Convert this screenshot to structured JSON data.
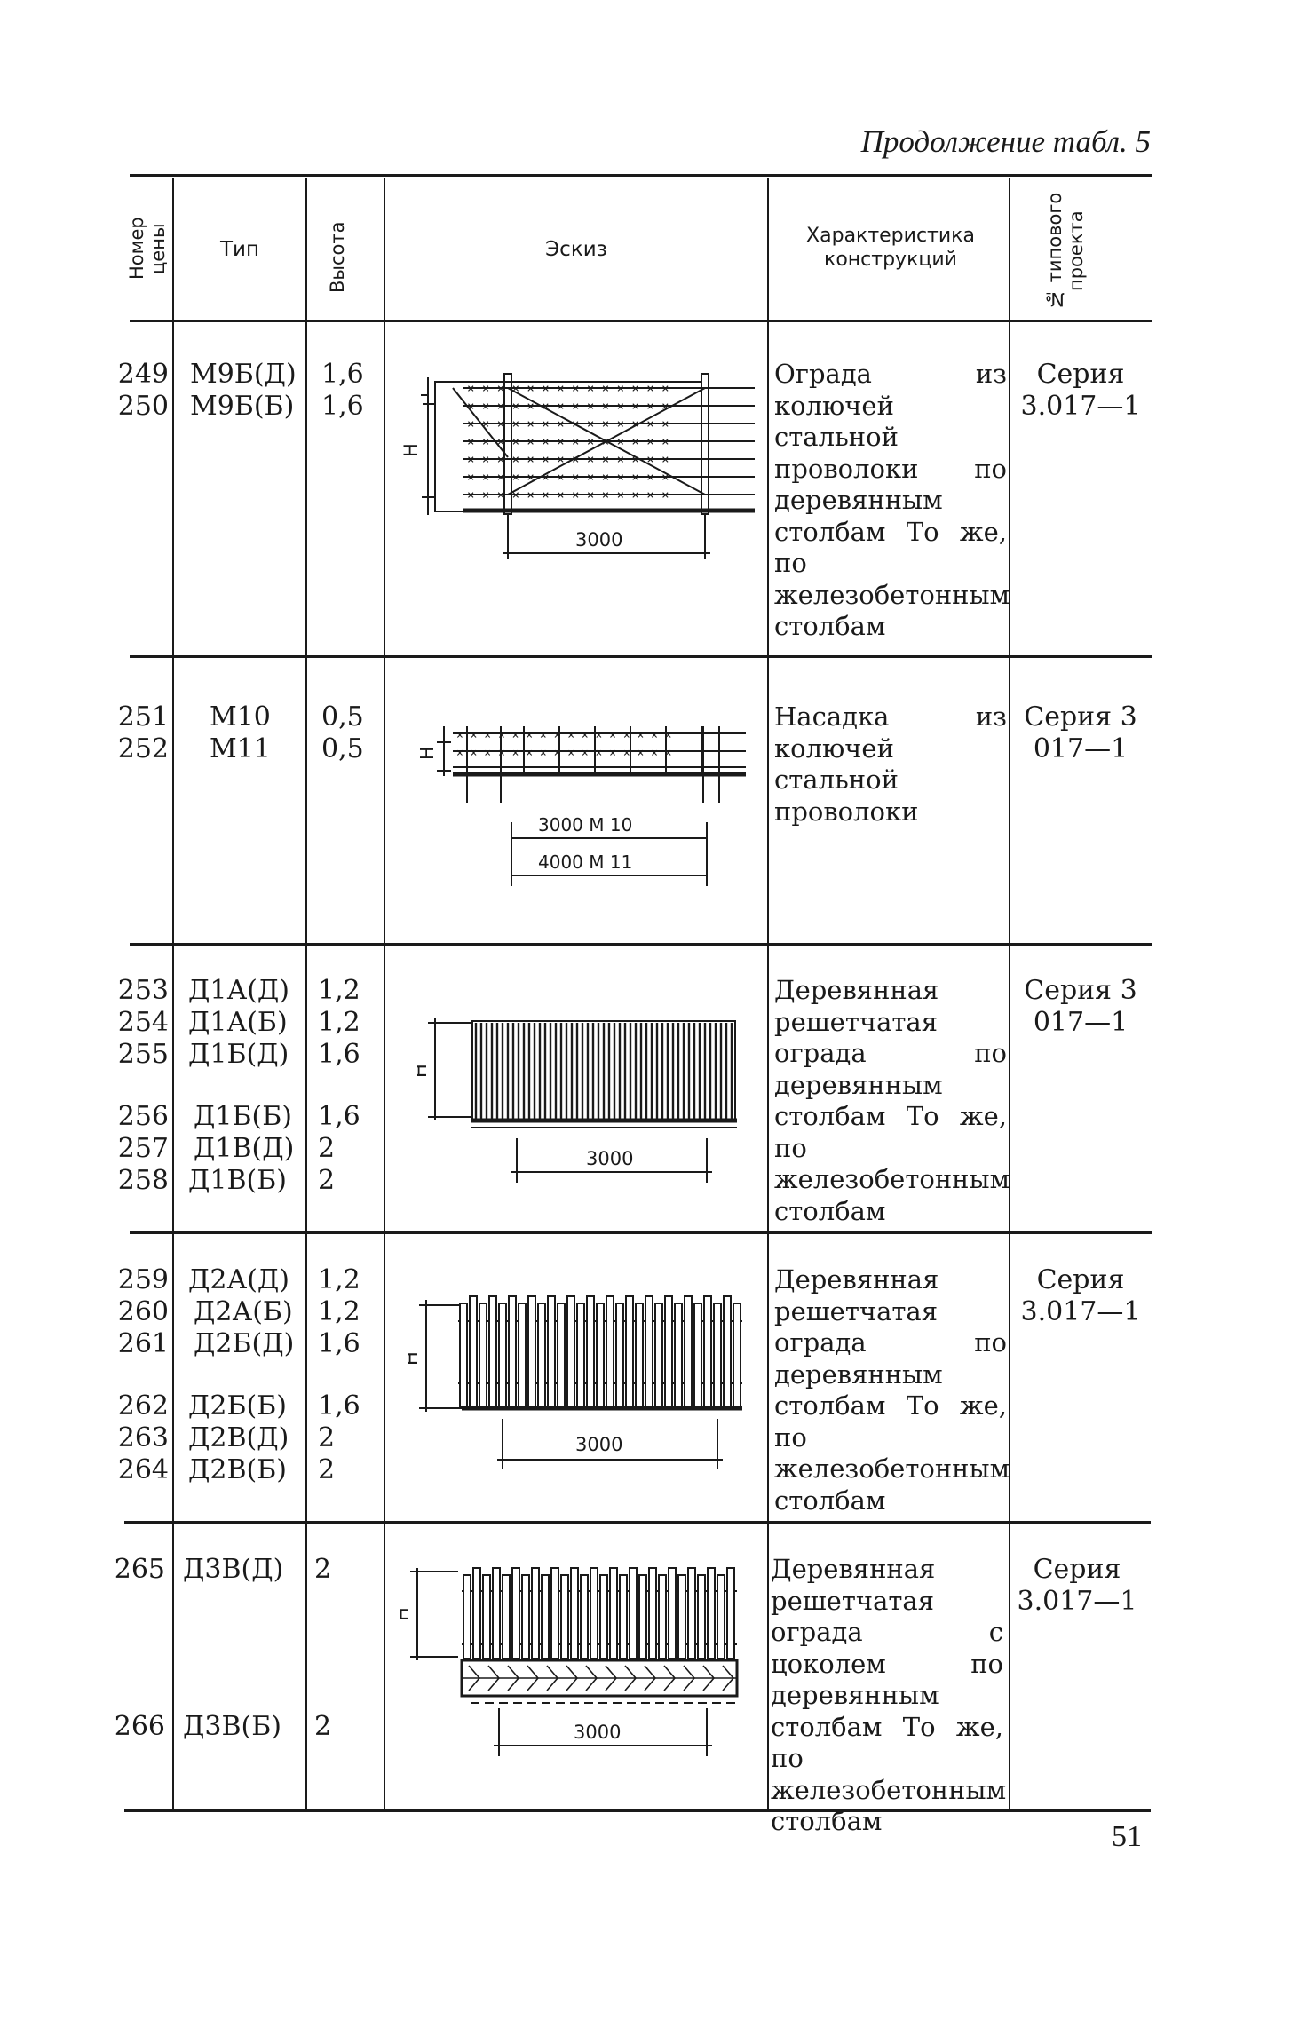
{
  "page": {
    "continuation": "Продолжение табл. 5",
    "number": "51"
  },
  "table": {
    "headers": {
      "price_no": "Номер цены",
      "type": "Тип",
      "height": "Высота",
      "sketch": "Эскиз",
      "characteristic": "Характеристика конструкций",
      "project": "№ типового проекта"
    },
    "rows": [
      {
        "numbers": [
          "249",
          "250"
        ],
        "types": [
          "М9Б(Д)",
          "М9Б(Б)"
        ],
        "heights": [
          "1,6",
          "1,6"
        ],
        "description": "Ограда из колючей стальной проволоки по деревянным столбам То же, по железобетонным столбам",
        "series": "Серия 3.017—1",
        "sketch": {
          "h_label": "Н",
          "dims": [
            "3000"
          ]
        }
      },
      {
        "numbers": [
          "251",
          "252"
        ],
        "types": [
          "М10",
          "М11"
        ],
        "heights": [
          "0,5",
          "0,5"
        ],
        "description": "Насадка из колючей стальной проволоки",
        "series": "Серия 3 017—1",
        "sketch": {
          "h_label": "Н",
          "dims": [
            "3000 М 10",
            "4000 М 11"
          ]
        }
      },
      {
        "numbers": [
          "253",
          "254",
          "255",
          "256",
          "257",
          "258"
        ],
        "types": [
          "Д1А(Д)",
          "Д1А(Б)",
          "Д1Б(Д)",
          "Д1Б(Б)",
          "Д1В(Д)",
          "Д1В(Б)"
        ],
        "heights": [
          "1,2",
          "1,2",
          "1,6",
          "1,6",
          "2",
          "2"
        ],
        "description": "Деревянная решетчатая ограда по деревянным столбам То же, по железобетонным столбам",
        "series": "Серия 3 017—1",
        "sketch": {
          "h_label": "Н",
          "dims": [
            "3000"
          ]
        }
      },
      {
        "numbers": [
          "259",
          "260",
          "261",
          "262",
          "263",
          "264"
        ],
        "types": [
          "Д2А(Д)",
          "Д2А(Б)",
          "Д2Б(Д)",
          "Д2Б(Б)",
          "Д2В(Д)",
          "Д2В(Б)"
        ],
        "heights": [
          "1,2",
          "1,2",
          "1,6",
          "1,6",
          "2",
          "2"
        ],
        "description": "Деревянная решетчатая ограда по деревянным столбам То же, по железобетонным столбам",
        "series": "Серия 3.017—1",
        "sketch": {
          "h_label": "Н",
          "dims": [
            "3000"
          ]
        }
      },
      {
        "numbers": [
          "265",
          "266"
        ],
        "types": [
          "Д3В(Д)",
          "Д3В(Б)"
        ],
        "heights": [
          "2",
          "2"
        ],
        "description": "Деревянная решетчатая ограда с цоколем по деревянным столбам То же, по железобетонным столбам",
        "series": "Серия 3.017—1",
        "sketch": {
          "h_label": "Н",
          "dims": [
            "3000"
          ]
        }
      }
    ]
  }
}
